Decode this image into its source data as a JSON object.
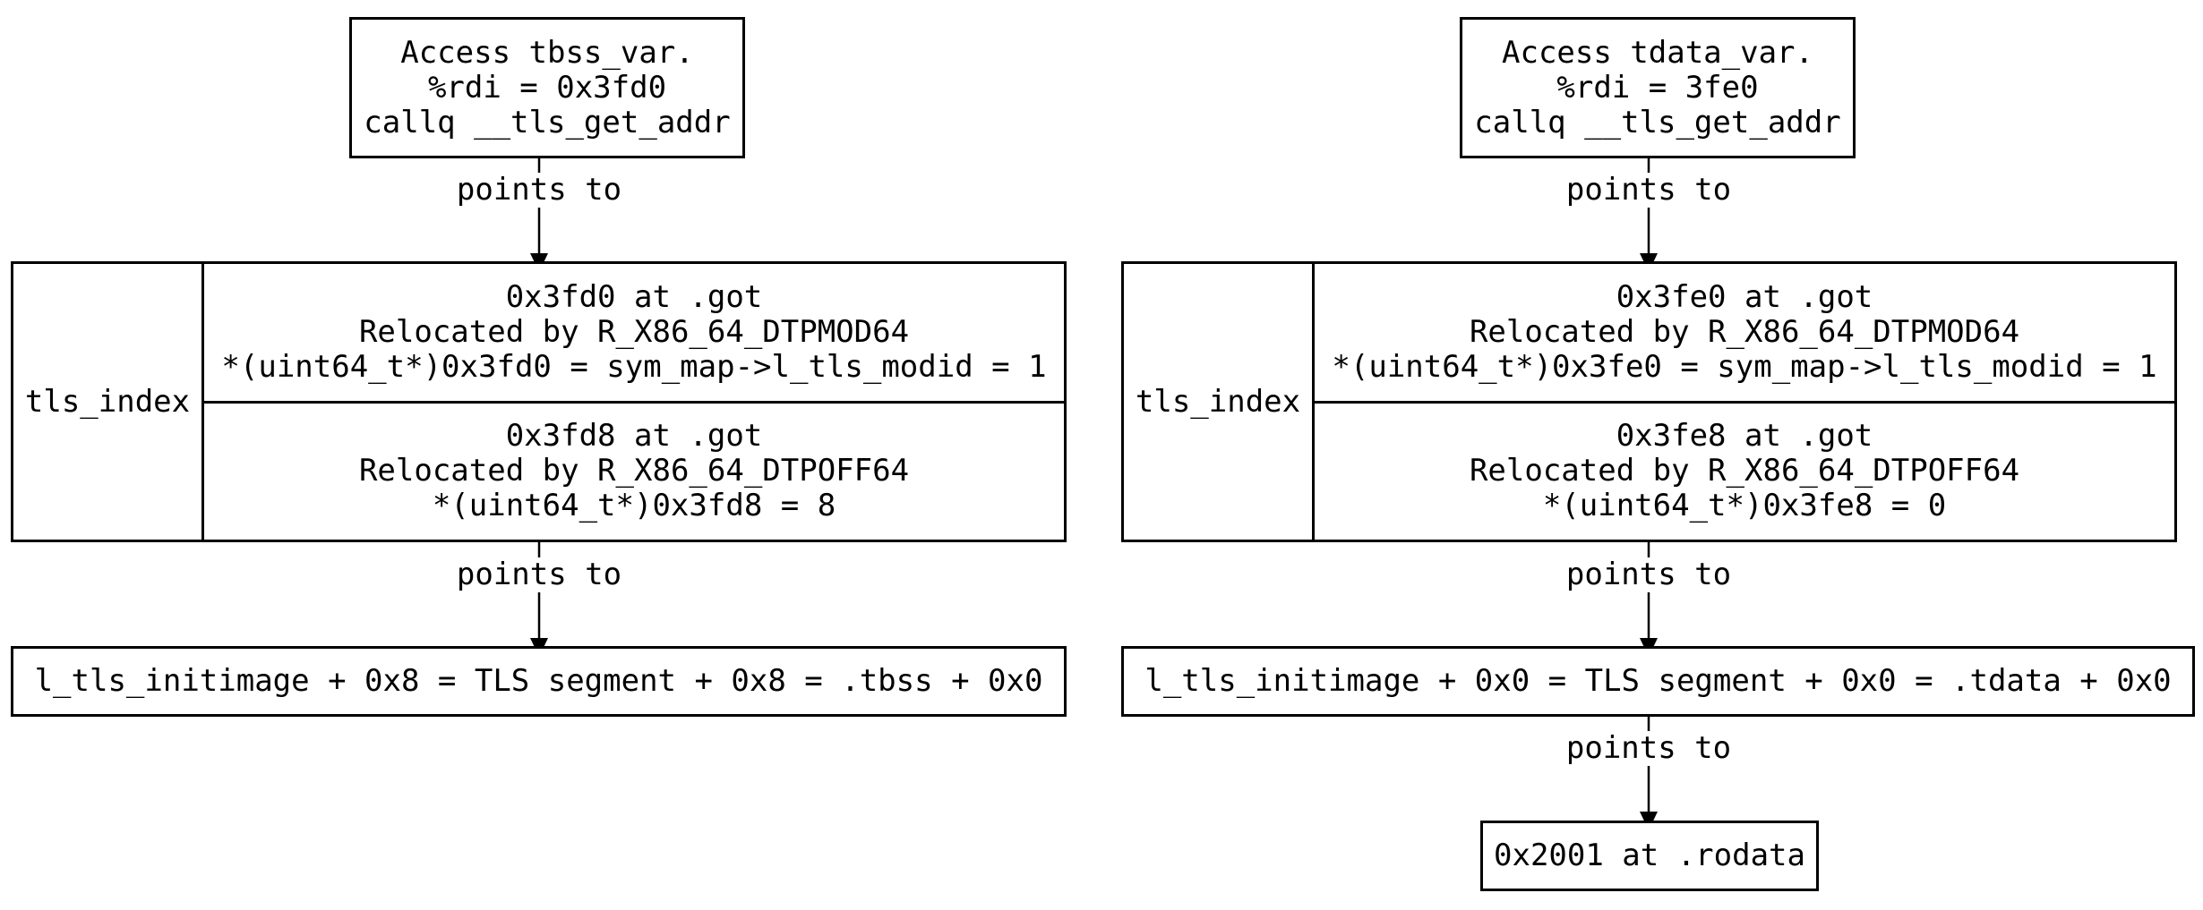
{
  "edge_label": "points to",
  "left": {
    "access": [
      "Access tbss_var.",
      "%rdi = 0x3fd0",
      "callq __tls_get_addr"
    ],
    "record_label": "tls_index",
    "field_modid": [
      "0x3fd0 at .got",
      "Relocated by R_X86_64_DTPMOD64",
      "*(uint64_t*)0x3fd0 = sym_map->l_tls_modid = 1"
    ],
    "field_offset": [
      "0x3fd8 at .got",
      "Relocated by R_X86_64_DTPOFF64",
      "*(uint64_t*)0x3fd8 = 8"
    ],
    "target": "l_tls_initimage + 0x8 = TLS segment + 0x8 = .tbss + 0x0"
  },
  "right": {
    "access": [
      "Access tdata_var.",
      "%rdi = 3fe0",
      "callq __tls_get_addr"
    ],
    "record_label": "tls_index",
    "field_modid": [
      "0x3fe0 at .got",
      "Relocated by R_X86_64_DTPMOD64",
      "*(uint64_t*)0x3fe0 = sym_map->l_tls_modid = 1"
    ],
    "field_offset": [
      "0x3fe8 at .got",
      "Relocated by R_X86_64_DTPOFF64",
      "*(uint64_t*)0x3fe8 = 0"
    ],
    "target": "l_tls_initimage + 0x0 = TLS segment + 0x0 = .tdata + 0x0",
    "value": "0x2001 at .rodata"
  }
}
